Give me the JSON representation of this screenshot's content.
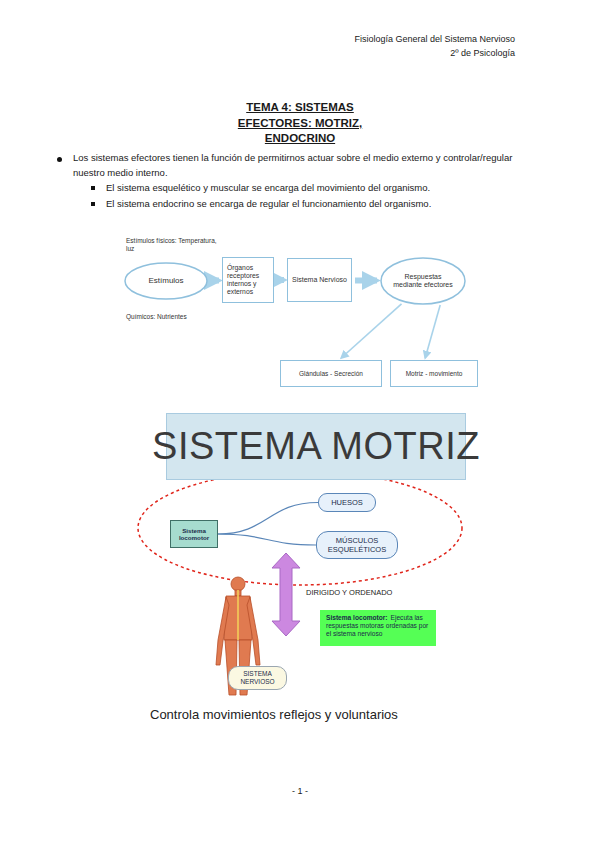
{
  "diagram": {
    "title": "TEMA 4: SISTEMAS EFECTORES: MOTRIZ, ENDOCRINO",
    "nodes": [
      {
        "text": [
          "Estímulos"
        ]
      },
      {
        "text": [
          "Órganos receptores internos y externos"
        ]
      },
      {
        "text": [
          "Sistema Nervioso"
        ]
      },
      {
        "text": [
          "Respuestas mediante efectores"
        ]
      },
      {
        "text": [
          "Glándulas  - Secreción"
        ]
      },
      {
        "text": [
          "Motriz - movimiento"
        ]
      },
      {
        "text": [
          "SISTEMA MOTRIZ"
        ]
      },
      {
        "text": [
          "Sistema locomotor"
        ]
      },
      {
        "text": [
          "HUESOS"
        ]
      },
      {
        "text": [
          "MÚSCULOS ESQUELÉTICOS"
        ]
      },
      {
        "text": [
          "SISTEMA NERVIOSO"
        ]
      },
      {
        "text": [
          "Sistema locomotor:",
          "Ejecuta las respuestas motoras ordenadas por el sistema nervioso"
        ]
      }
    ],
    "edges": [
      {
        "from": 0,
        "to": 1,
        "arrow": "to"
      },
      {
        "from": 1,
        "to": 2,
        "arrow": "to"
      },
      {
        "from": 2,
        "to": 3,
        "arrow": "to"
      },
      {
        "from": 3,
        "to": 4,
        "arrow": "to"
      },
      {
        "from": 3,
        "to": 5,
        "arrow": "to"
      },
      {
        "from": 7,
        "to": 8,
        "arrow": "none"
      },
      {
        "from": 7,
        "to": 9,
        "arrow": "none"
      }
    ],
    "labels": [
      "Fisiología General del Sistema Nervioso",
      "2º de Psicología",
      "Los sistemas efectores tienen la función de permitirnos actuar sobre el medio externo y controlar/regular nuestro medio interno.",
      "El sistema esquelético y muscular se encarga del movimiento del organismo.",
      "El sistema endocrino se encarga de regular el funcionamiento del organismo.",
      "Estímulos físicos: Temperatura, luz",
      "Químicos: Nutrientes",
      "DIRIGIDO Y ORDENADO",
      "Controla movimientos reflejos y voluntarios",
      "- 1 -"
    ]
  }
}
